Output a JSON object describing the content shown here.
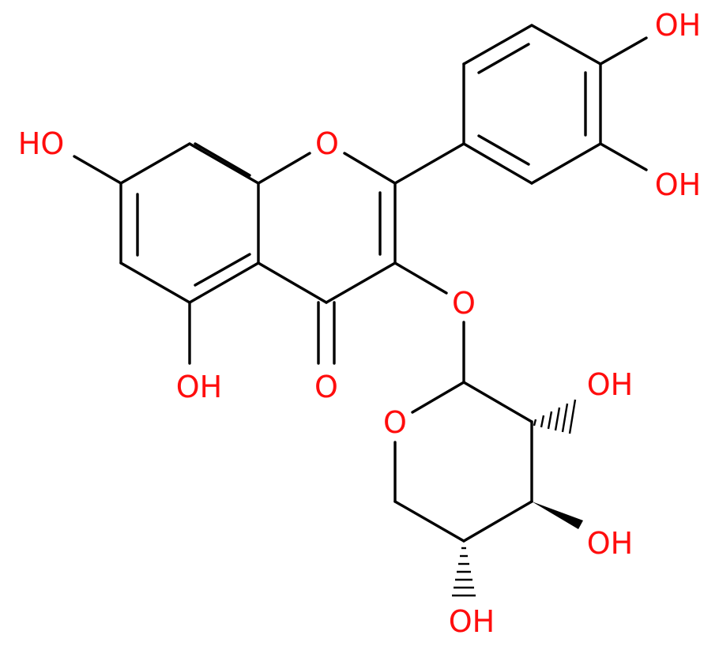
{
  "molecule": {
    "colors": {
      "bond": "#000000",
      "oxygen": "#ff0d0d",
      "background": "#ffffff"
    },
    "labels": {
      "o_ring": "O",
      "o_carbonyl": "O",
      "o_glyco": "O",
      "o_sugar_ring": "O",
      "oh_7": "HO",
      "oh_5": "OH",
      "oh_3p": "OH",
      "oh_4p": "OH",
      "oh_s2": "OH",
      "oh_s3": "OH",
      "oh_s4": "OH"
    }
  }
}
